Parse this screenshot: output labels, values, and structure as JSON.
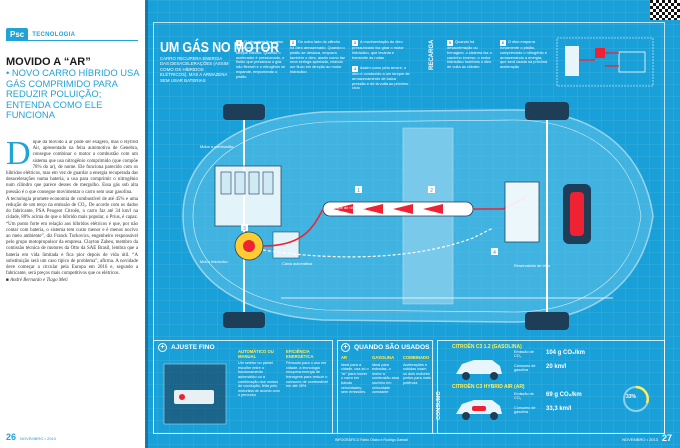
{
  "left": {
    "badge": "Psc",
    "section": "TECNOLOGIA",
    "headline_bold": "MOVIDO A “AR”",
    "headline_rest": "• NOVO CARRO HÍBRIDO USA GÁS COMPRIMIDO PARA REDUZIR POLUIÇÃO; ENTENDA COMO ELE FUNCIONA",
    "dropcap": "D",
    "paragraphs": [
      "ique dá movido a ar pode ser exagero, mas o Hybrid Air, apresentado na feira automotiva de Genebra, consegue combinar o motor a combustão com um sistema que usa nitrogênio comprimido (que compõe 78% do ar), de nome. Ele funciona parecido com os híbridos elétricos, mas em vez de guardar a energia recuperada das desacelerações numa bateria, a usa para comprimir o nitrogênio num cilindro que parece desses de mergulho. Essa gás sob alta pressão é o que consegue movimentar o carro sem usar gasolina.",
      "A tecnologia promete economia de combustível de até 45% e uma redução de um terço na emissão de CO₂. De acordo com os dados do fabricante, PSA Peugeot Citroën, o carro faz até 34 km/l na cidade, 80% acima do que o híbrido mais popular, o Prius, é capaz. “Um ponto forte em relação aos híbridos elétricos é que, por não contar com bateria, o sistema tem custo menor e é menos nocivo ao meio ambiente”, diz Franck Turkovics, engenheiro responsável pelo grupo motopropulsor da empresa. Clayton Zabeu, membro da comissão técnica de motores da Otto da SAE Brasil, lembra que a bateria em vida limitada e fica pior depois de vida útil. “A substituição será um caso típico de problema”, afirma. A novidade deve começar a circular pela Europa em 2016 e, segundo a fabricante, será preços mais competitivos que os elétricos."
    ],
    "author": "■ André Bernardo e Tiago Meli",
    "page_num": "26",
    "footer": "NOVEMBRO • 2013"
  },
  "diagram": {
    "title": "UM GÁS NO MOTOR",
    "subtitle": "CARRO RECUPERA ENERGIA DAS DESACELERAÇÕES (ASSIM COMO OS HÍBRIDOS ELÉTRICOS), MAS A ARMAZENA SEM USAR BATERIAS",
    "callouts": [
      {
        "num": "1",
        "text": "O nitrogênio fica preso a alta pressão dentro do tanque cilindro. Quando o acelerador é pressionado, o fluido que pressiona o gás não flexivel e o nitrogênio se expande, empurrando o pistão"
      },
      {
        "num": "2",
        "text": "Do outro lado do cilindro há óleo armazenado. Quando o pistão se desloca, empurra também o óleo, assim como faz uma seringa apertada, criando um fluxo em direção ao motor hidráulico"
      },
      {
        "num": "3",
        "text": "A movimentação do óleo pressurizado faz girar o motor hidráulico, que levanta e transmite às rodas"
      },
      {
        "num": "4",
        "text": "Assim como pela árvore, o óleo é conduzido a um tanque de armazenamento de baixa pressão e de lá volta ao próximo ciclo"
      },
      {
        "num": "5",
        "text": "Quando há desaceleração ou frenagem, o sistema faz o caminho inverso: o motor hidráulico bombeia o óleo de volta ao cilindro"
      },
      {
        "num": "6",
        "text": "O óleo empurra novamente o pistão, comprimindo o nitrogênio e armazenando a energia, que será usada na próxima aceleração"
      }
    ],
    "recarga_label": "RECARGA",
    "labels": {
      "tank_label": "Tanque de nitrogênio",
      "motor_label": "Motor hidráulico",
      "gear_label": "Caixa automática",
      "engine_label": "Motor a combustão",
      "oil_label": "Reservatório de óleo"
    }
  },
  "bottom": {
    "adjust_title": "AJUSTE FINO",
    "when_title": "QUANDO SÃO USADOS",
    "modes_left": [
      {
        "title": "AUTOMÁTICO OU MANUAL",
        "text": "Um seletor no painel escolhe entre o funcionamento automático ou a combinação dos modos de condução, feita pelo motorista de acordo com o percurso"
      },
      {
        "title": "EFICIÊNCIA ENERGÉTICA",
        "text": "Pensado para o uso em cidade, a tecnologia recupera energia de frenagens para reduzir o consumo de combustível em até 45%"
      }
    ],
    "modes_right": [
      {
        "title": "AR",
        "text": "Ideal para a cidade, usa só o “ar” para mover o carro em baixas velocidades, sem emissões"
      },
      {
        "title": "GASOLINA",
        "text": "Ideal para estradas, o motor a combustão atua sozinho em velocidade constante"
      },
      {
        "title": "COMBINADO",
        "text": "Acelerações e subidas usam os dois motores juntos para mais potência"
      }
    ],
    "consumption_label": "CONSUMO",
    "cars": [
      {
        "name": "CITROËN C3 1.2 (GASOLINA)",
        "emission_label": "Emissão de CO₂",
        "emission": "104 g CO₂/km",
        "consumption_label": "Consumo de gasolina",
        "consumption": "20 km/l"
      },
      {
        "name": "CITROËN C3 HYBRID AIR (AR)",
        "emission_label": "Emissão de CO₂",
        "emission": "69 g CO₂/km",
        "consumption_label": "Consumo de gasolina",
        "consumption": "33,3 km/l"
      }
    ],
    "savings": "33%",
    "page_num": "27",
    "footer": "NOVEMBRO • 2013",
    "credit": "INFOGRÁFICO Fabio Otubo e Rodrigo Damati"
  }
}
